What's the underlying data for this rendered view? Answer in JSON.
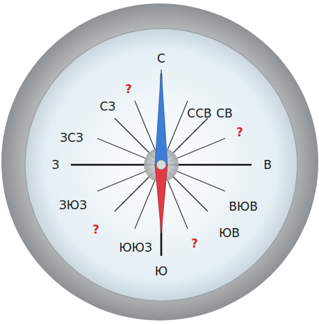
{
  "diagram": {
    "labels": [
      "С",
      "?",
      "ССВ",
      "СЗ",
      "СВ",
      "ЗСЗ",
      "?",
      "З",
      "В",
      "ЗЮЗ",
      "ВЮВ",
      "?",
      "ЮВ",
      "ЮЮЗ",
      "?",
      "Ю"
    ]
  }
}
